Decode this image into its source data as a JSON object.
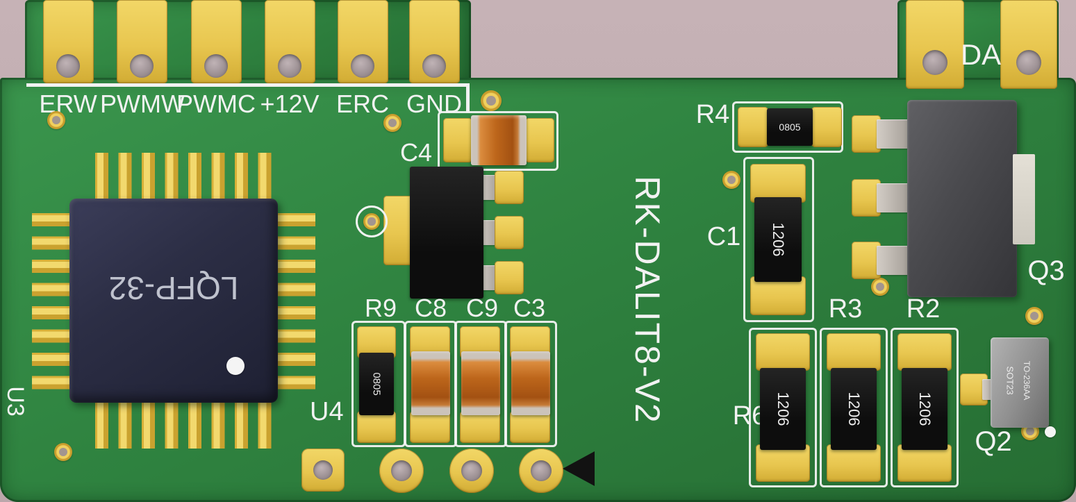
{
  "colors": {
    "background": "#c6b2b6",
    "pcb": "#2f8340",
    "pad": "#e8c64f",
    "silk": "#f2f2f2",
    "ic-body": "#2c2e45",
    "component-black": "#0d0d0d",
    "cap-orange": "#bd661b",
    "q3-gray": "#4a4a4e",
    "q2-gray": "#8f8f8f"
  },
  "silkscreen": {
    "title": "RK-DALIT8-V2",
    "connector_pins": [
      "ERW",
      "PWMW",
      "PWMC",
      "+12V",
      "ERC",
      "GND"
    ],
    "da_label": "DA",
    "refs": {
      "u3": "U3",
      "u4": "U4",
      "c4": "C4",
      "r9": "R9",
      "c8": "C8",
      "c9": "C9",
      "c3": "C3",
      "r4": "R4",
      "c1": "C1",
      "q3": "Q3",
      "r3": "R3",
      "r2": "R2",
      "r6": "R6",
      "q2": "Q2"
    }
  },
  "components": {
    "ic_package": "LQFP-32",
    "r4_marking": "0805",
    "r9_marking": "0805",
    "c1_marking": "1206",
    "rb1_marking": "1206",
    "rb2_marking": "1206",
    "rb3_marking": "1206",
    "q2_line1": "SOT23",
    "q2_line2": "TO-236AA"
  }
}
